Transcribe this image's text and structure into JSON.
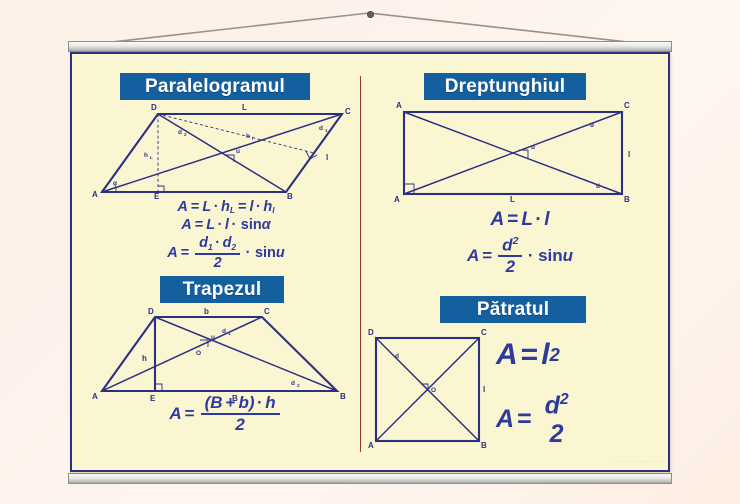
{
  "poster": {
    "title_banners": {
      "parallelogram": "Paralelogramul",
      "rectangle": "Dreptunghiul",
      "trapezoid": "Trapezul",
      "square": "Pătratul"
    },
    "credit": "· · · · · · · · · · · · · · · · · · · ·"
  },
  "parallelogram": {
    "vertices": {
      "a": "A",
      "b": "B",
      "c": "C",
      "d": "D",
      "e": "E"
    },
    "sides": {
      "long": "L",
      "short": "l"
    },
    "heights": {
      "to_L": "h",
      "to_L_sub": "L",
      "to_l": "h",
      "to_l_sub": "l"
    },
    "diagonals": {
      "d1": "d",
      "d1_sub": "1",
      "d2": "d",
      "d2_sub": "2"
    },
    "angles": {
      "alpha": "α",
      "u": "u"
    },
    "formulas": {
      "line1": {
        "lhs": "A",
        "eq": "=",
        "term1": "L",
        "dot1": "·",
        "h1": "h",
        "h1_sub": "L",
        "eq2": "=",
        "term2": "l",
        "dot2": "·",
        "h2": "h",
        "h2_sub": "l"
      },
      "line2": {
        "lhs": "A",
        "eq": "=",
        "term1": "L",
        "dot1": "·",
        "term2": "l",
        "dot2": "·",
        "fn": "sin",
        "angle": "α"
      },
      "line3": {
        "lhs": "A",
        "eq": "=",
        "num_d1": "d",
        "num_d1_sub": "1",
        "num_dot": "·",
        "num_d2": "d",
        "num_d2_sub": "2",
        "den": "2",
        "dot": "·",
        "fn": "sin",
        "angle": "u"
      }
    }
  },
  "rectangle": {
    "vertices": {
      "top_left": "A",
      "top_right": "C",
      "bottom_left": "A",
      "bottom_right": "B"
    },
    "sides": {
      "long": "L",
      "short": "l"
    },
    "diagonals": {
      "upper": "d",
      "lower": "d"
    },
    "angles": {
      "u": "u"
    },
    "formulas": {
      "line1": {
        "lhs": "A",
        "eq": "=",
        "term1": "L",
        "dot": "·",
        "term2": "l"
      },
      "line2": {
        "lhs": "A",
        "eq": "=",
        "num": "d",
        "num_exp": "2",
        "den": "2",
        "dot": "·",
        "fn": "sin",
        "angle": "u"
      }
    }
  },
  "trapezoid": {
    "vertices": {
      "a": "A",
      "b": "B",
      "c": "C",
      "d": "D",
      "e": "E",
      "o": "O"
    },
    "sides": {
      "base_big": "B",
      "base_small": "b",
      "height": "h"
    },
    "diagonals": {
      "d1": "d",
      "d1_sub": "1",
      "d2": "d",
      "d2_sub": "2"
    },
    "angles": {
      "u": "u"
    },
    "formula": {
      "lhs": "A",
      "eq": "=",
      "num_open": "(",
      "num_B": "B",
      "num_plus": "+",
      "num_b": "b",
      "num_close": ")",
      "num_dot": "·",
      "num_h": "h",
      "den": "2"
    }
  },
  "square": {
    "vertices": {
      "a": "A",
      "b": "B",
      "c": "C",
      "d": "D",
      "o": "O"
    },
    "sides": {
      "side": "l"
    },
    "diagonals": {
      "d": "d"
    },
    "formulas": {
      "line1": {
        "lhs": "A",
        "eq": "=",
        "term": "l",
        "exp": "2"
      },
      "line2": {
        "lhs": "A",
        "eq": "=",
        "num": "d",
        "num_exp": "2",
        "den": "2"
      }
    }
  },
  "colors": {
    "banner_blue": "#14609e",
    "ink_blue": "#2d3080",
    "formula_blue": "#2f3a9e",
    "paper": "#fbf6d2",
    "divider_red": "#9a3b25"
  }
}
